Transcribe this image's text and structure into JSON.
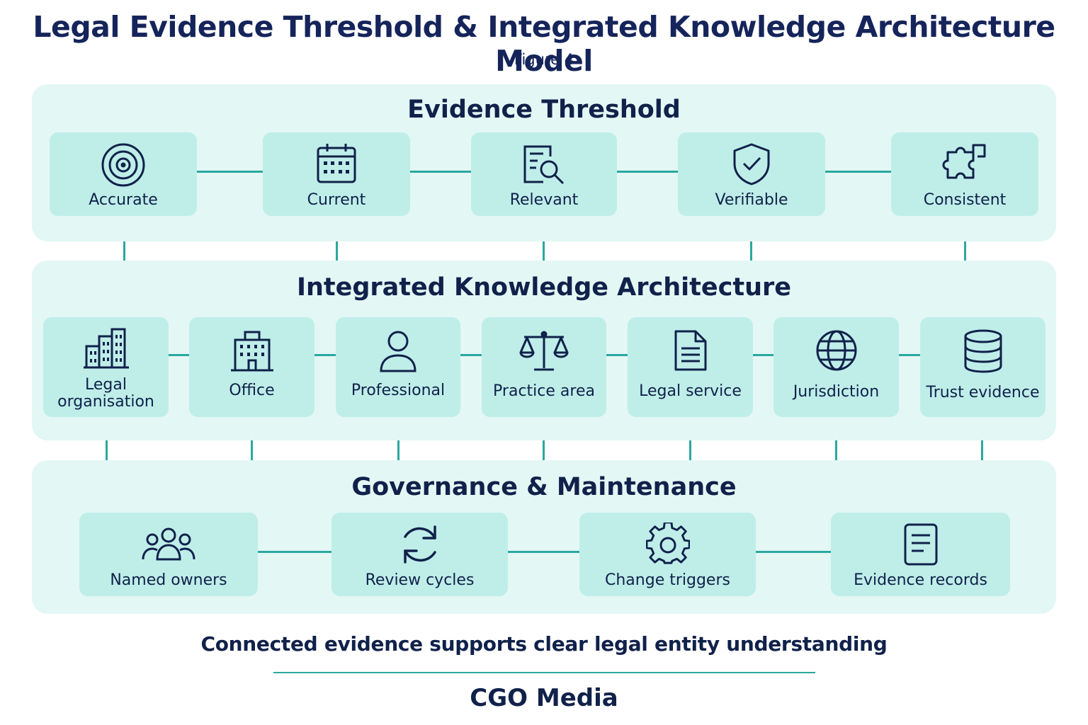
{
  "header": {
    "title": "Legal Evidence Threshold & Integrated Knowledge Architecture Model",
    "figure": "Figure 4"
  },
  "evidence_threshold": {
    "title": "Evidence Threshold",
    "items": [
      {
        "label": "Accurate",
        "icon": "target-icon"
      },
      {
        "label": "Current",
        "icon": "calendar-icon"
      },
      {
        "label": "Relevant",
        "icon": "document-search-icon"
      },
      {
        "label": "Verifiable",
        "icon": "shield-check-icon"
      },
      {
        "label": "Consistent",
        "icon": "puzzle-icon"
      }
    ]
  },
  "knowledge_architecture": {
    "title": "Integrated Knowledge Architecture",
    "items": [
      {
        "label": "Legal organisation",
        "icon": "buildings-icon"
      },
      {
        "label": "Office",
        "icon": "office-building-icon"
      },
      {
        "label": "Professional",
        "icon": "person-icon"
      },
      {
        "label": "Practice area",
        "icon": "scales-icon"
      },
      {
        "label": "Legal service",
        "icon": "document-icon"
      },
      {
        "label": "Jurisdiction",
        "icon": "globe-icon"
      },
      {
        "label": "Trust evidence",
        "icon": "database-icon"
      }
    ]
  },
  "governance": {
    "title": "Governance & Maintenance",
    "items": [
      {
        "label": "Named owners",
        "icon": "group-icon"
      },
      {
        "label": "Review cycles",
        "icon": "refresh-icon"
      },
      {
        "label": "Change triggers",
        "icon": "gear-icon"
      },
      {
        "label": "Evidence records",
        "icon": "record-icon"
      }
    ]
  },
  "footer": {
    "tagline": "Connected evidence supports clear legal entity understanding",
    "brand": "CGO Media"
  },
  "colors": {
    "navy": "#10214a",
    "teal_line": "#2aa8a0",
    "panel_bg": "#e3f7f5",
    "card_bg": "#bfeee9"
  }
}
